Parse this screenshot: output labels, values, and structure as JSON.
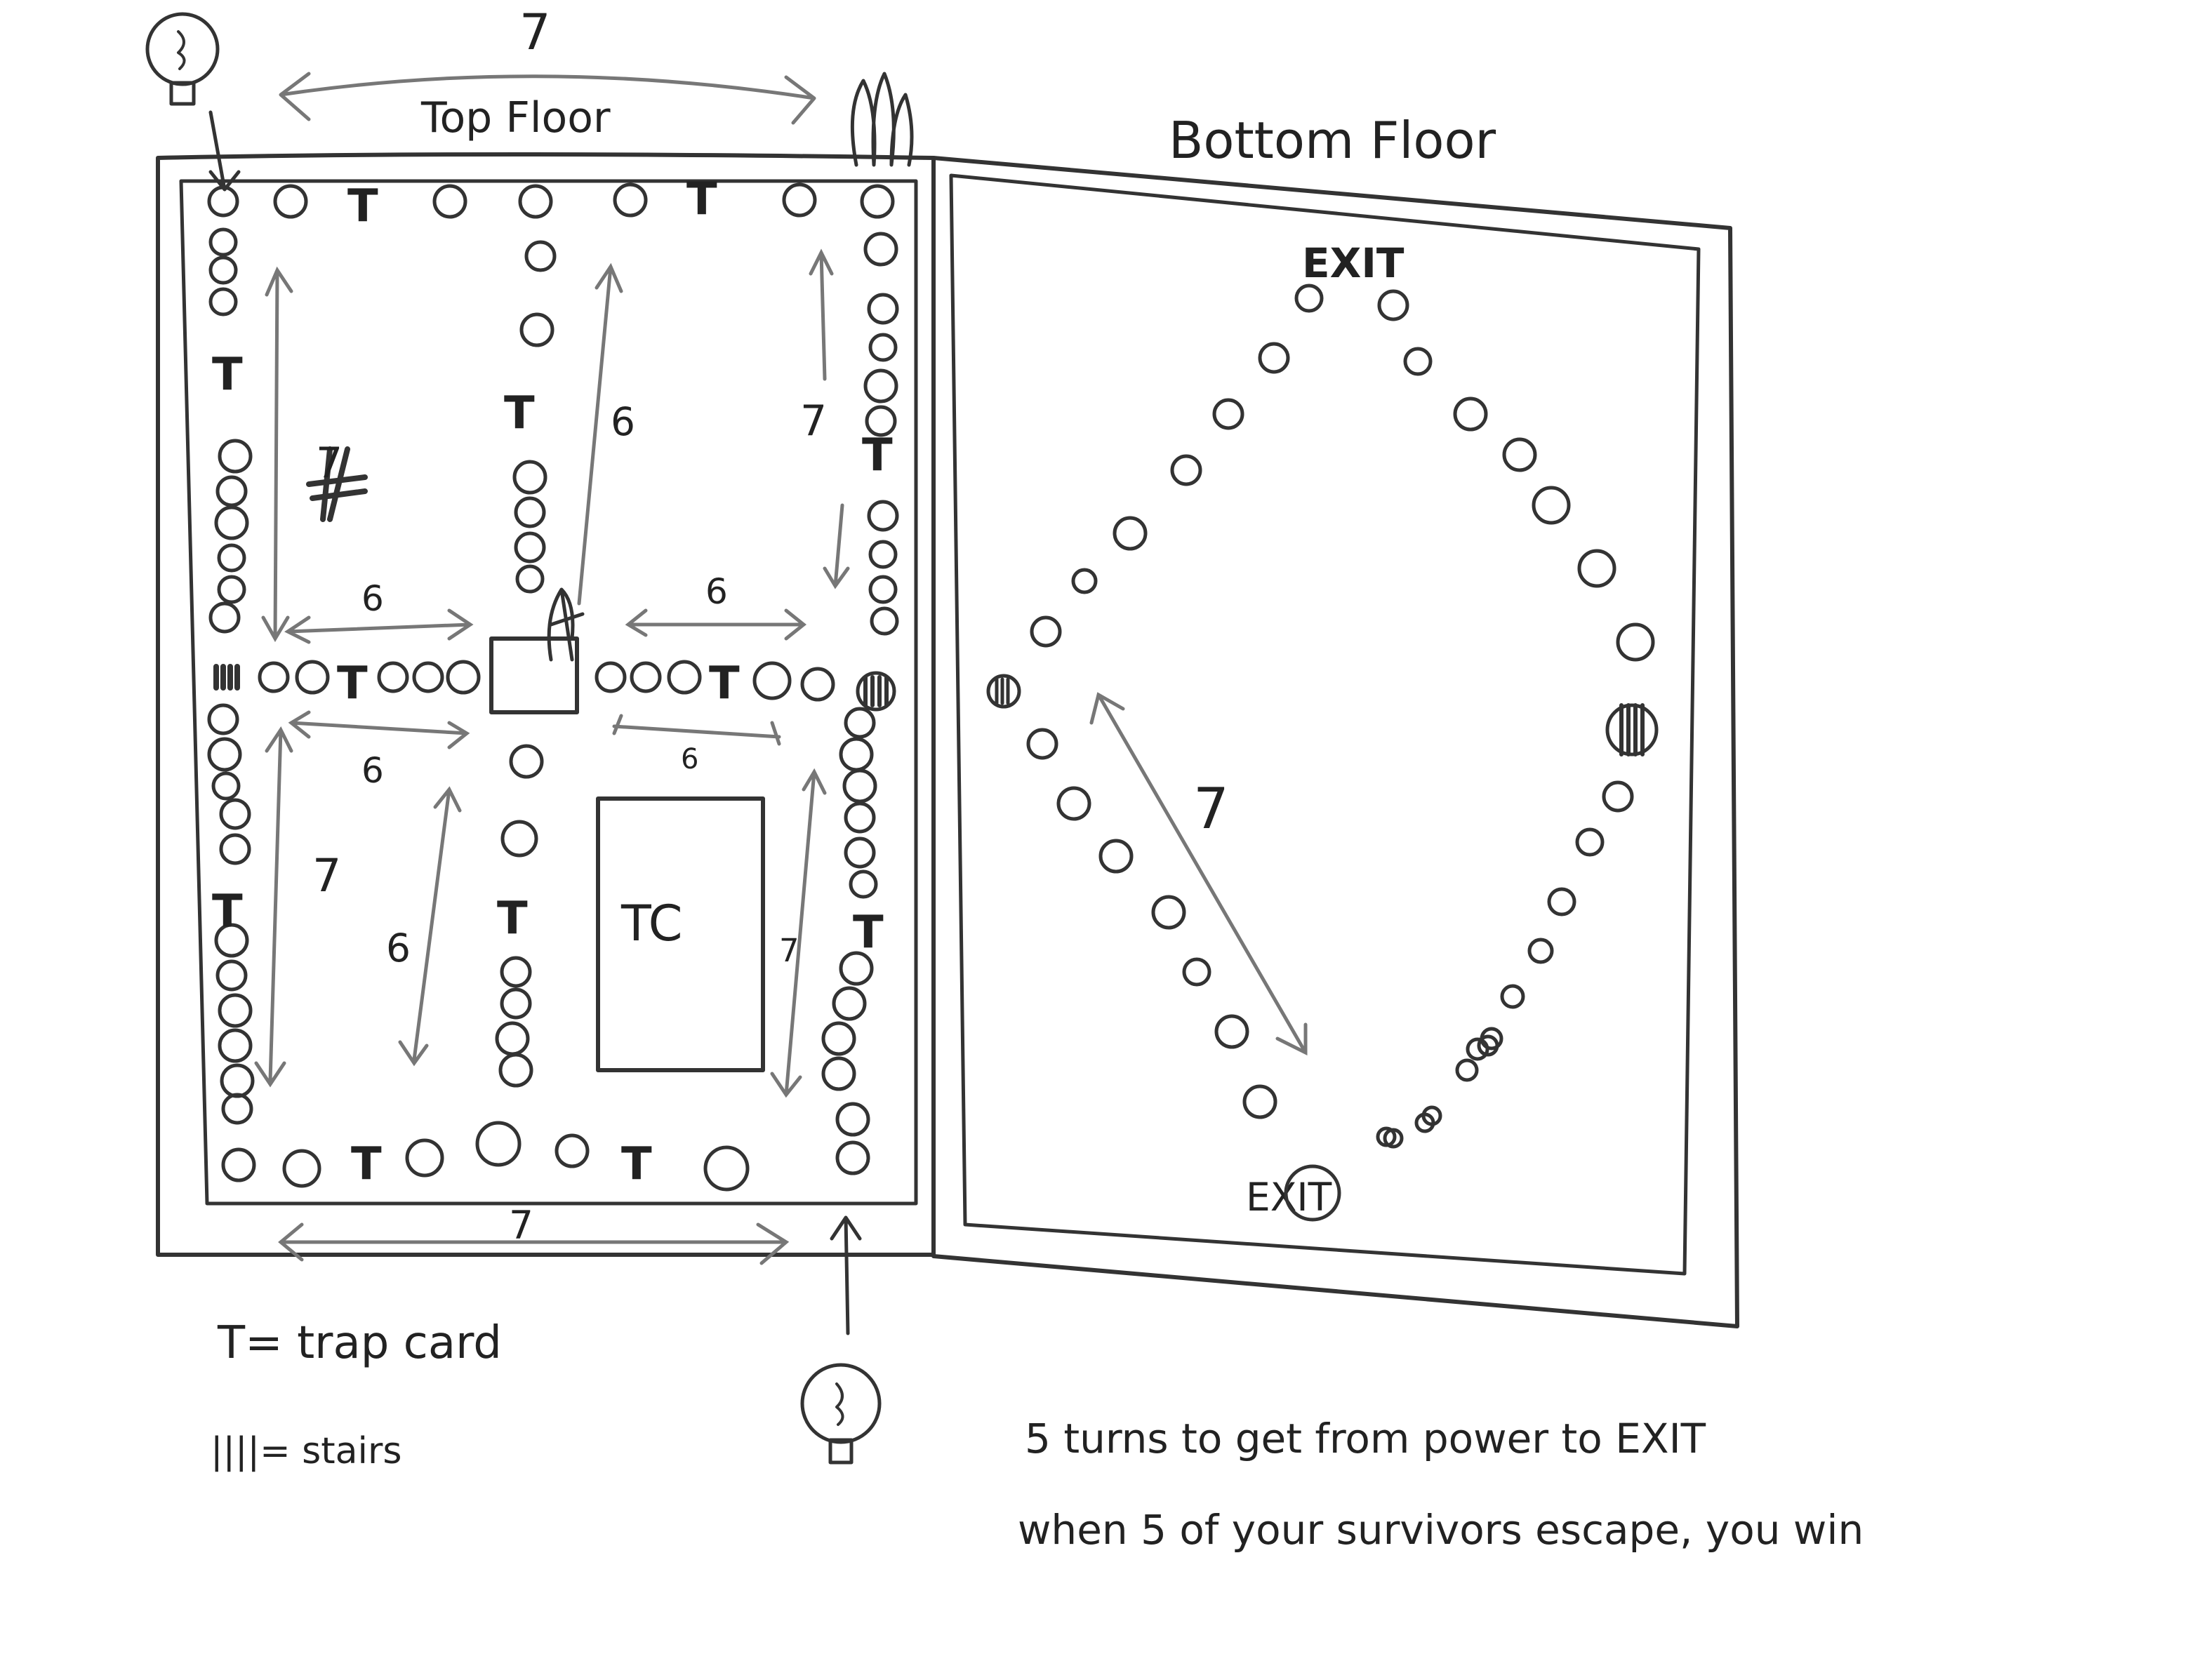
{
  "labels": {
    "top_floor": "Top Floor",
    "bottom_floor": "Bottom Floor",
    "exit_top": "EXIT",
    "exit_bottom": "EXIT",
    "treasure_chest": "TC",
    "legend_trap": "T= trap card",
    "legend_stairs": "||||= stairs",
    "rule_1": "5 turns to get from power to EXIT",
    "rule_2": "when 5 of your survivors escape, you win"
  },
  "distances": {
    "top_span": "7",
    "left_upper": "7",
    "center_upper": "6",
    "right_upper": "7",
    "mid_left_upper": "6",
    "mid_left_lower": "6",
    "mid_right_upper": "6",
    "mid_right_lower": "6",
    "left_lower": "7",
    "center_lower": "6",
    "right_lower": "7",
    "bottom_span": "7",
    "diamond": "7"
  },
  "trap_symbol": "T",
  "icons": {
    "power_top": "lightbulb-icon",
    "power_bottom": "lightbulb-icon",
    "stairs": "stairs-icon",
    "survivors": "survivors-icon",
    "key": "key-icon"
  }
}
